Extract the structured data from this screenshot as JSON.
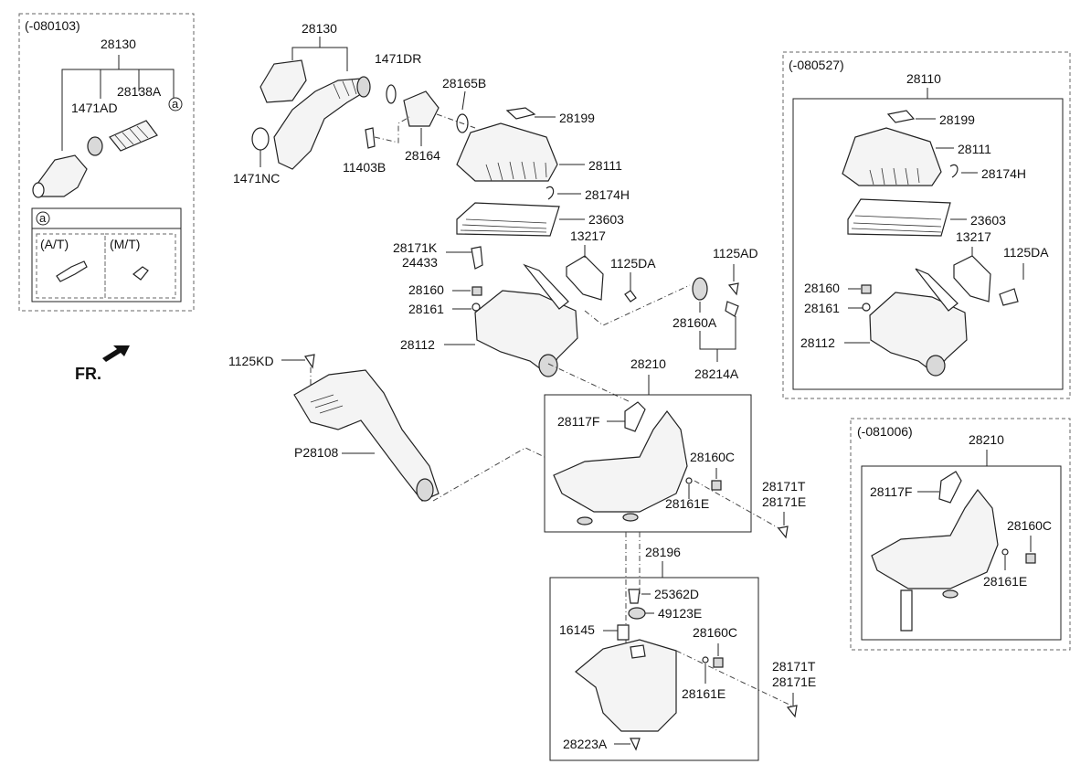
{
  "variants": {
    "v1": "(-080103)",
    "v2": "(-080527)",
    "v3": "(-081006)"
  },
  "inset_key": {
    "circle": "a",
    "at": "(A/T)",
    "mt": "(M/T)"
  },
  "front_label": "FR.",
  "parts": {
    "p28130_a": "28130",
    "p28130_b": "28130",
    "p28138A": "28138A",
    "p1471AD": "1471AD",
    "p1471DR": "1471DR",
    "p1471NC": "1471NC",
    "p28165B": "28165B",
    "p28199_a": "28199",
    "p28199_b": "28199",
    "p11403B": "11403B",
    "p28164": "28164",
    "p28111_a": "28111",
    "p28111_b": "28111",
    "p28174H_a": "28174H",
    "p28174H_b": "28174H",
    "p23603_a": "23603",
    "p23603_b": "23603",
    "p28171K": "28171K",
    "p24433": "24433",
    "p13217_a": "13217",
    "p13217_b": "13217",
    "p1125DA_a": "1125DA",
    "p1125DA_b": "1125DA",
    "p1125AD": "1125AD",
    "p28160_a": "28160",
    "p28160_b": "28160",
    "p28161_a": "28161",
    "p28161_b": "28161",
    "p28160A": "28160A",
    "p28112_a": "28112",
    "p28112_b": "28112",
    "p28214A": "28214A",
    "p28110": "28110",
    "p1125KD": "1125KD",
    "p28210_a": "28210",
    "p28210_b": "28210",
    "p28117F_a": "28117F",
    "p28117F_b": "28117F",
    "p28160C_a": "28160C",
    "p28160C_b": "28160C",
    "p28160C_c": "28160C",
    "p28161E_a": "28161E",
    "p28161E_b": "28161E",
    "p28161E_c": "28161E",
    "p28171T_a": "28171T",
    "p28171E_a": "28171E",
    "p28171T_b": "28171T",
    "p28171E_b": "28171E",
    "pP28108": "P28108",
    "p28196": "28196",
    "p25362D": "25362D",
    "p49123E": "49123E",
    "p16145": "16145",
    "p28223A": "28223A"
  }
}
